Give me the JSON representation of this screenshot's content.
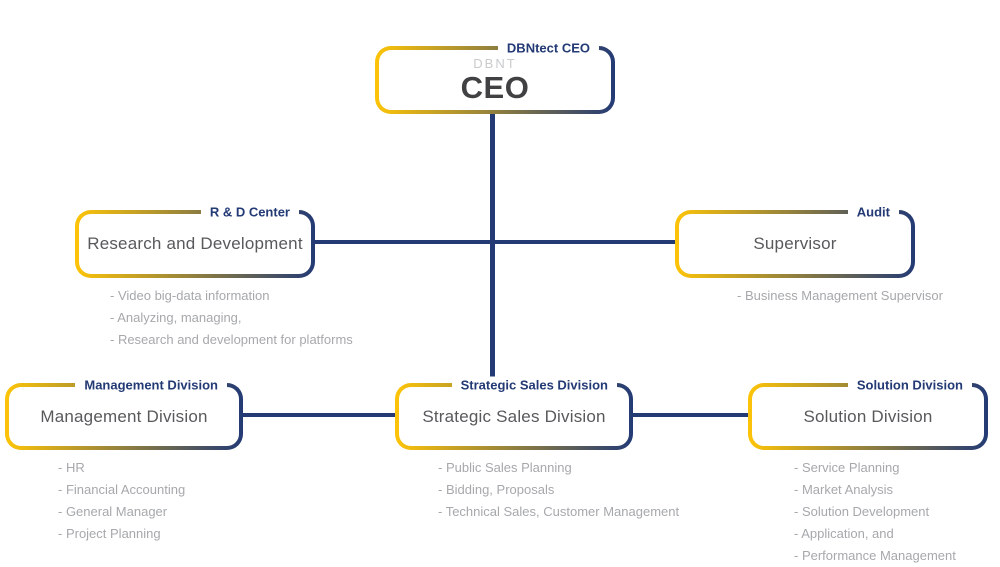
{
  "colors": {
    "yellow": "#fdc408",
    "navy": "#233a75",
    "title_gray": "#58595b",
    "muted_gray": "#a6a8ab",
    "ceo_dark": "#414042",
    "ceo_light": "#c9cacc"
  },
  "org": {
    "ceo": {
      "tag": "DBNtect CEO",
      "subtitle": "DBNT",
      "title": "CEO"
    },
    "rnd": {
      "tag": "R & D Center",
      "title": "Research and Development",
      "bullets": [
        "- Video big-data information",
        "- Analyzing, managing,",
        "- Research and development for platforms"
      ]
    },
    "supervisor": {
      "tag": "Audit",
      "title": "Supervisor",
      "bullets": [
        "- Business Management Supervisor"
      ]
    },
    "management": {
      "tag": "Management Division",
      "title": "Management Division",
      "bullets": [
        "- HR",
        "- Financial Accounting",
        "- General Manager",
        "- Project Planning"
      ]
    },
    "strategic": {
      "tag": "Strategic Sales Division",
      "title": "Strategic Sales Division",
      "bullets": [
        "- Public Sales Planning",
        "- Bidding, Proposals",
        "- Technical Sales, Customer Management"
      ]
    },
    "solution": {
      "tag": "Solution Division",
      "title": "Solution Division",
      "bullets": [
        "- Service Planning",
        "- Market Analysis",
        "- Solution Development",
        "- Application, and",
        "- Performance Management"
      ]
    }
  }
}
